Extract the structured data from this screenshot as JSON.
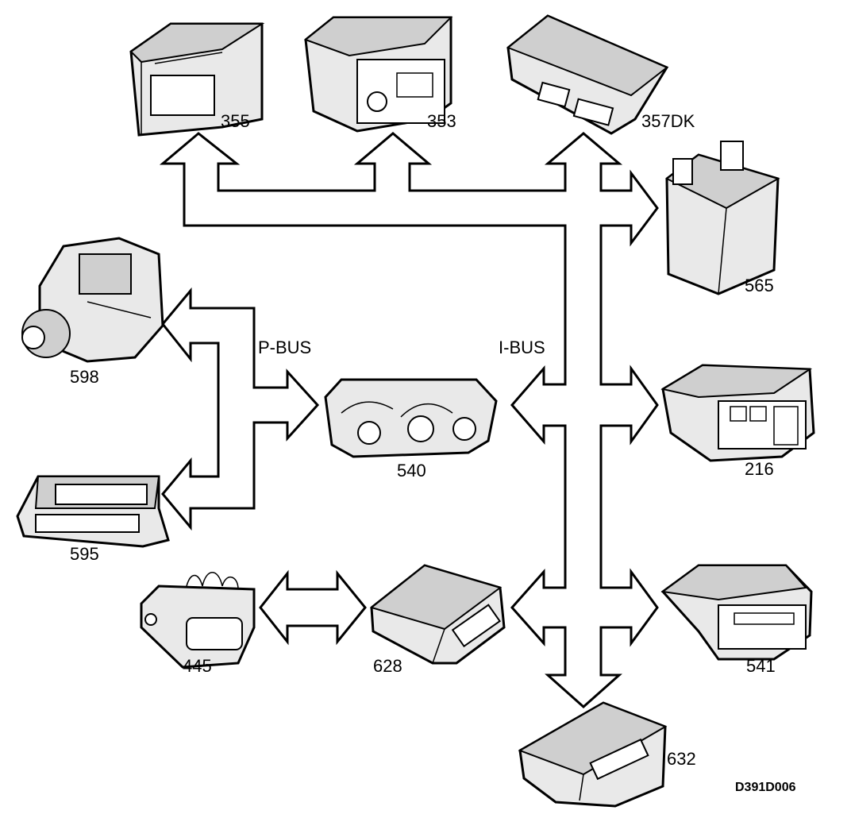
{
  "buses": {
    "p_bus": "P-BUS",
    "i_bus": "I-BUS"
  },
  "modules": {
    "m355": "355",
    "m353": "353",
    "m357dk": "357DK",
    "m565": "565",
    "m598": "598",
    "m540": "540",
    "m216": "216",
    "m595": "595",
    "m445": "445",
    "m628": "628",
    "m541": "541",
    "m632": "632"
  },
  "drawing_code": "D391D006"
}
